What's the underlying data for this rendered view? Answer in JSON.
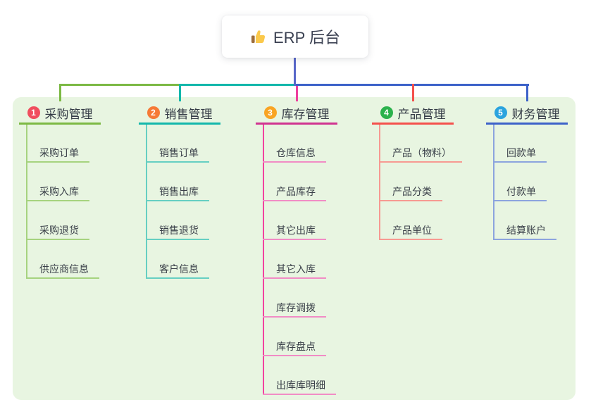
{
  "canvas": {
    "background": "#ffffff",
    "panel_background": "#e8f5e1"
  },
  "root": {
    "label": "ERP 后台",
    "icon": "thumbs-up",
    "connector_color": "#5867c9"
  },
  "branches": [
    {
      "index": "1",
      "label": "采购管理",
      "badge_color": "#f04e5e",
      "color": "#7cb944",
      "light_color": "#a6d37f",
      "children": [
        "采购订单",
        "采购入库",
        "采购退货",
        "供应商信息"
      ]
    },
    {
      "index": "2",
      "label": "销售管理",
      "badge_color": "#f67a36",
      "color": "#13b7ab",
      "light_color": "#66cfc2",
      "children": [
        "销售订单",
        "销售出库",
        "销售退货",
        "客户信息"
      ]
    },
    {
      "index": "3",
      "label": "库存管理",
      "badge_color": "#f9a423",
      "color": "#d03390",
      "light_color": "#f18cc5",
      "stem_color": "#f2429f",
      "drop_color": "#ee3f9e",
      "children": [
        "仓库信息",
        "产品库存",
        "其它出库",
        "其它入库",
        "库存调拨",
        "库存盘点",
        "出库库明细"
      ]
    },
    {
      "index": "4",
      "label": "产品管理",
      "badge_color": "#2bb24c",
      "color": "#f4514c",
      "light_color": "#f79a92",
      "children": [
        "产品（物料）",
        "产品分类",
        "产品单位"
      ]
    },
    {
      "index": "5",
      "label": "财务管理",
      "badge_color": "#2ba3de",
      "color": "#3d62c9",
      "light_color": "#8ca4de",
      "children": [
        "回款单",
        "付款单",
        "结算账户"
      ]
    }
  ]
}
